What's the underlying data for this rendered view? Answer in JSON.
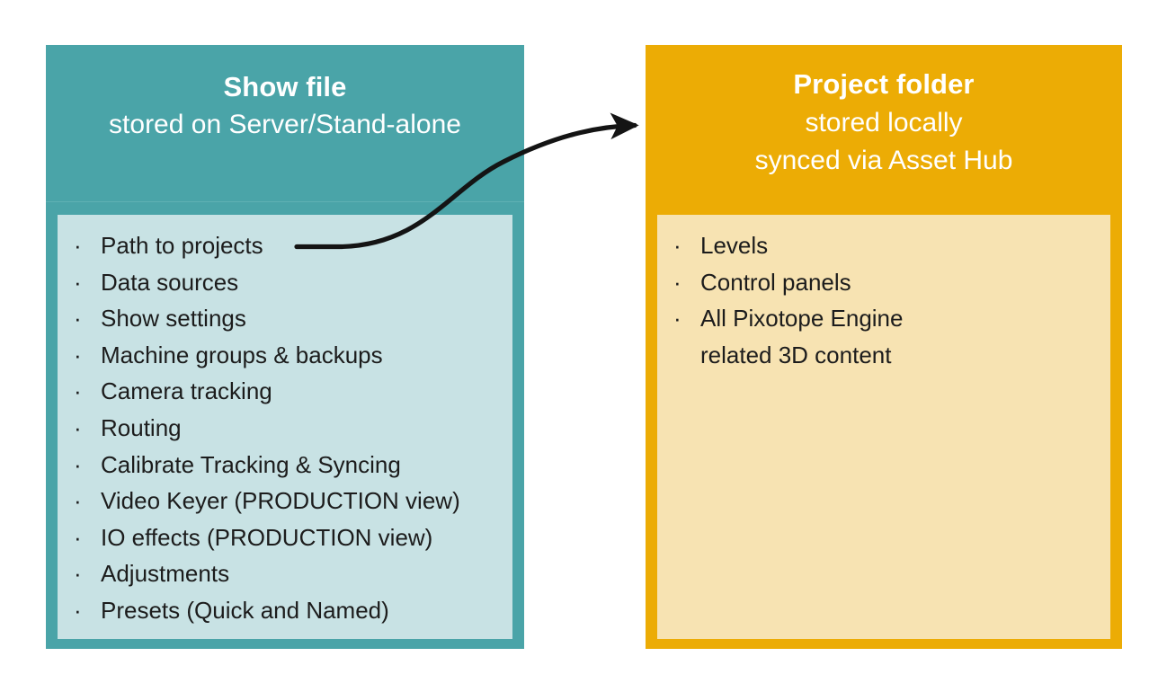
{
  "diagram": {
    "left_card": {
      "title": "Show file",
      "subtitle": "stored on Server/Stand-alone",
      "header_color": "#4aa4a8",
      "body_color": "#c8e2e4",
      "items": [
        "Path to projects",
        "Data sources",
        "Show settings",
        "Machine groups & backups",
        "Camera tracking",
        "Routing",
        "Calibrate Tracking & Syncing",
        "Video Keyer (PRODUCTION view)",
        "IO effects (PRODUCTION view)",
        "Adjustments",
        "Presets (Quick and Named)"
      ]
    },
    "right_card": {
      "title": "Project folder",
      "subtitle_line1": "stored locally",
      "subtitle_line2": "synced via Asset Hub",
      "header_color": "#ecac05",
      "body_color": "#f7e3b2",
      "items": [
        {
          "text": "Levels",
          "continuation": ""
        },
        {
          "text": "Control panels",
          "continuation": ""
        },
        {
          "text": "All Pixotope Engine",
          "continuation": "related 3D content"
        }
      ]
    },
    "connector": {
      "name": "path-to-projects-to-project-folder-arrow",
      "from": "Path to projects",
      "to": "Project folder",
      "color": "#141414"
    },
    "bullet_glyph": "·"
  }
}
